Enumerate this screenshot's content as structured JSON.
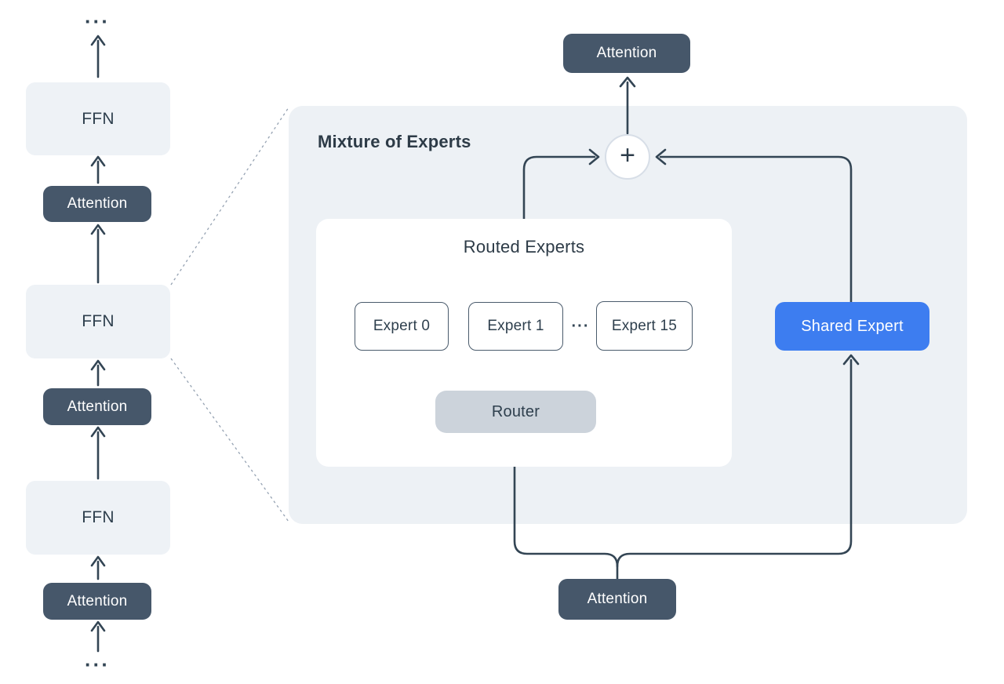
{
  "diagram": {
    "left_stack": {
      "ellipsis_top": "···",
      "blocks": [
        {
          "type": "ffn",
          "label": "FFN"
        },
        {
          "type": "attention",
          "label": "Attention"
        },
        {
          "type": "ffn",
          "label": "FFN"
        },
        {
          "type": "attention",
          "label": "Attention"
        },
        {
          "type": "ffn",
          "label": "FFN"
        },
        {
          "type": "attention",
          "label": "Attention"
        }
      ],
      "ellipsis_bottom": "···"
    },
    "moe_panel": {
      "title": "Mixture of Experts",
      "attention_top": "Attention",
      "sum_symbol": "+",
      "routed_experts": {
        "title": "Routed Experts",
        "experts": [
          "Expert 0",
          "Expert 1",
          "Expert 15"
        ],
        "ellipsis": "···",
        "router_label": "Router"
      },
      "shared_expert_label": "Shared Expert",
      "attention_bottom": "Attention"
    },
    "colors": {
      "background": "#ffffff",
      "panel": "#edf1f5",
      "light_box": "#eef2f6",
      "dark_box": "#46576a",
      "router_box": "#ccd3db",
      "shared_expert_box": "#3d7df0",
      "expert_border": "#4a5b6c",
      "connector_line": "#334554",
      "dotted_line": "#95a2b2",
      "sum_node_border": "#d7dee7",
      "text_dark": "#2d3b47",
      "text_light": "#ffffff"
    }
  }
}
